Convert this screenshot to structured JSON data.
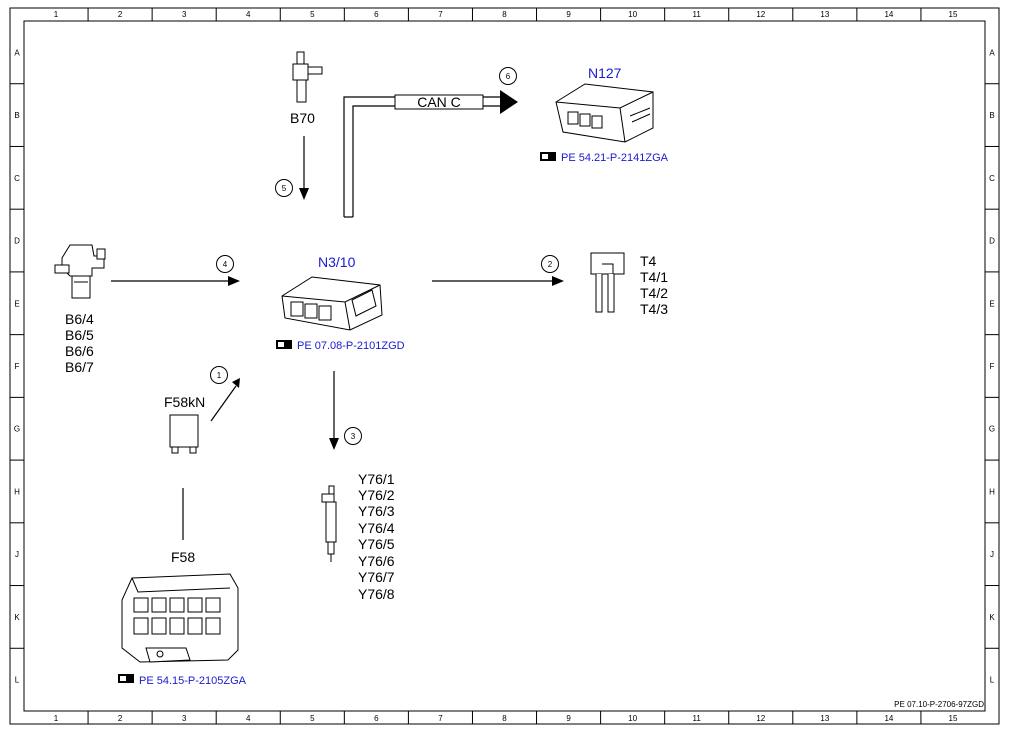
{
  "grid": {
    "columns": [
      "1",
      "2",
      "3",
      "4",
      "5",
      "6",
      "7",
      "8",
      "9",
      "10",
      "11",
      "12",
      "13",
      "14",
      "15"
    ],
    "rows": [
      "A",
      "B",
      "C",
      "D",
      "E",
      "F",
      "G",
      "H",
      "J",
      "K",
      "L"
    ]
  },
  "components": {
    "b70": {
      "label": "B70"
    },
    "n127": {
      "label": "N127",
      "ref": "PE 54.21-P-2141ZGA"
    },
    "can": {
      "label": "CAN C"
    },
    "n310": {
      "label": "N3/10",
      "ref": "PE 07.08-P-2101ZGD"
    },
    "b6": {
      "labels": [
        "B6/4",
        "B6/5",
        "B6/6",
        "B6/7"
      ]
    },
    "t4": {
      "labels": [
        "T4",
        "T4/1",
        "T4/2",
        "T4/3"
      ]
    },
    "f58kn": {
      "label": "F58kN"
    },
    "f58": {
      "label": "F58",
      "ref": "PE 54.15-P-2105ZGA"
    },
    "y76": {
      "labels": [
        "Y76/1",
        "Y76/2",
        "Y76/3",
        "Y76/4",
        "Y76/5",
        "Y76/6",
        "Y76/7",
        "Y76/8"
      ]
    }
  },
  "arrows": {
    "a1": "1",
    "a2": "2",
    "a3": "3",
    "a4": "4",
    "a5": "5",
    "a6": "6"
  },
  "footer": {
    "doc_id": "PE 07.10-P-2706-97ZGD"
  },
  "icons": {
    "reference": "pointing-hand-icon"
  }
}
